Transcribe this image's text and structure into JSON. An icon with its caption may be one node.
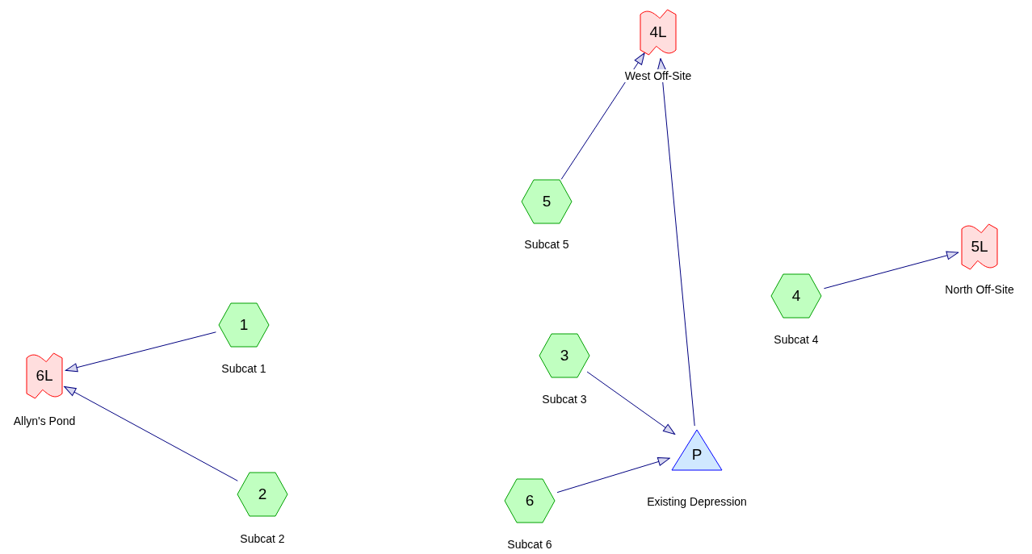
{
  "diagram": {
    "nodes": [
      {
        "text": [
          "4L"
        ],
        "beside": [
          "West Off-Site"
        ]
      },
      {
        "text": [
          "5"
        ],
        "beside": [
          "Subcat 5"
        ]
      },
      {
        "text": [
          "5L"
        ],
        "beside": [
          "North Off-Site"
        ]
      },
      {
        "text": [
          "4"
        ],
        "beside": [
          "Subcat 4"
        ]
      },
      {
        "text": [
          "1"
        ],
        "beside": [
          "Subcat 1"
        ]
      },
      {
        "text": [
          "3"
        ],
        "beside": [
          "Subcat 3"
        ]
      },
      {
        "text": [
          "6L"
        ],
        "beside": [
          "Allyn's Pond"
        ]
      },
      {
        "text": [
          "P"
        ],
        "beside": [
          "Existing Depression"
        ]
      },
      {
        "text": [
          "2"
        ],
        "beside": [
          "Subcat 2"
        ]
      },
      {
        "text": [
          "6"
        ],
        "beside": [
          "Subcat 6"
        ]
      }
    ],
    "edges": [
      {
        "from": 4,
        "to": 6,
        "arrow": "to"
      },
      {
        "from": 8,
        "to": 6,
        "arrow": "to"
      },
      {
        "from": 1,
        "to": 0,
        "arrow": "to"
      },
      {
        "from": 7,
        "to": 0,
        "arrow": "to"
      },
      {
        "from": 3,
        "to": 2,
        "arrow": "to"
      },
      {
        "from": 5,
        "to": 7,
        "arrow": "to"
      },
      {
        "from": 9,
        "to": 7,
        "arrow": "to"
      }
    ]
  }
}
